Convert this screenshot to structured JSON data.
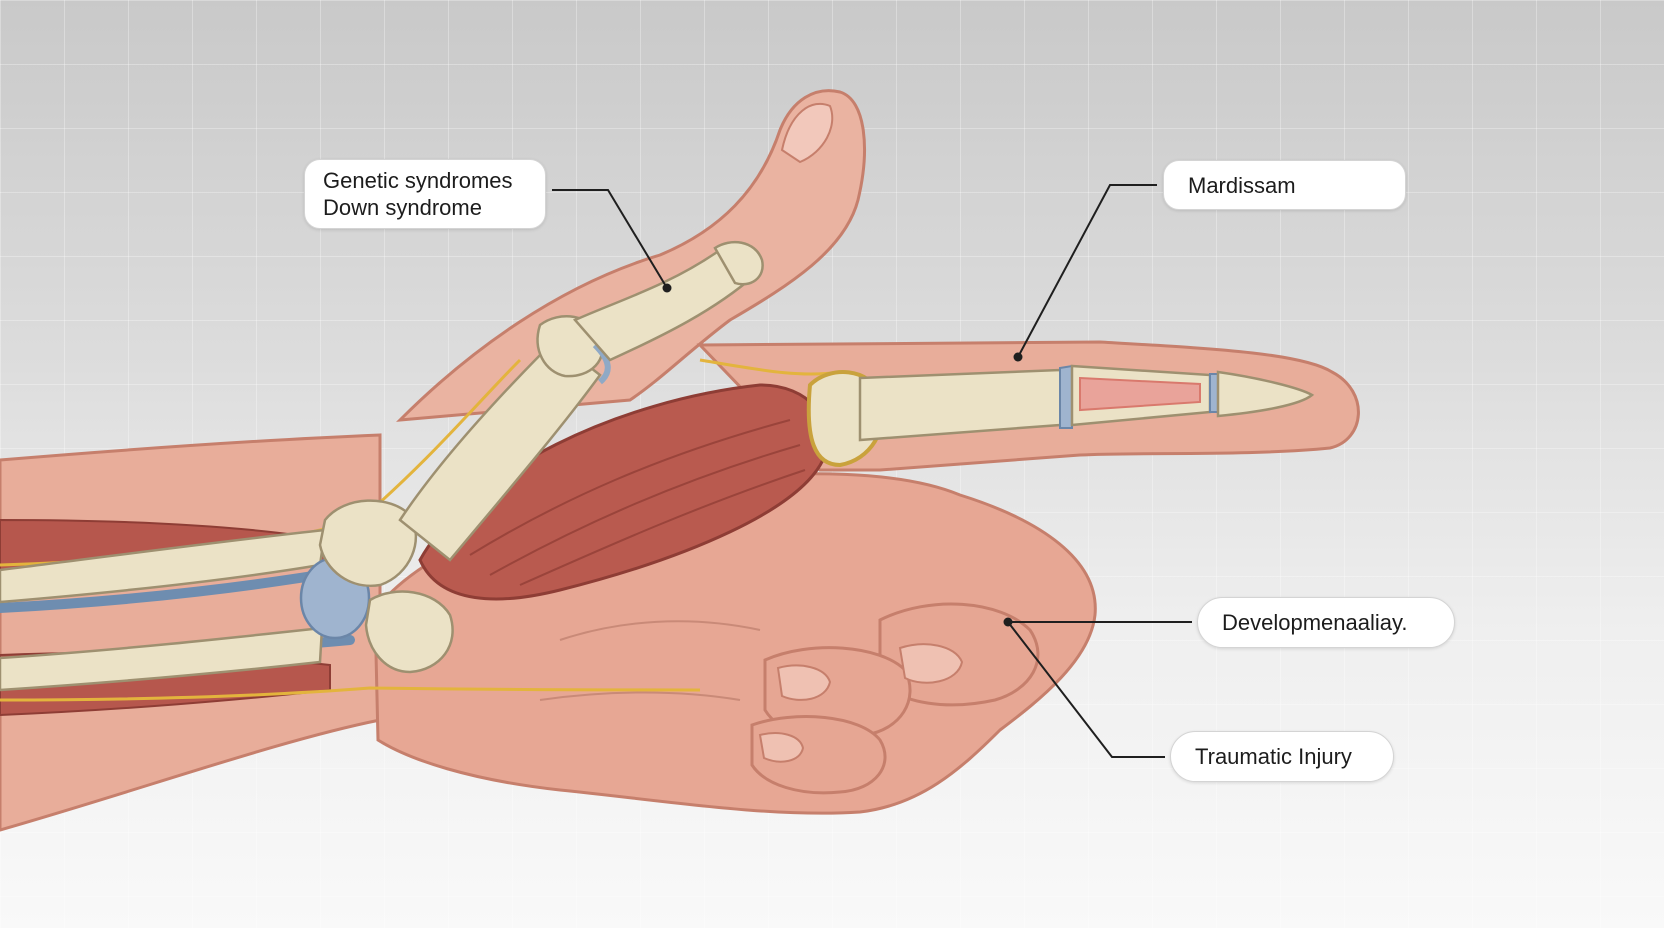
{
  "labels": {
    "genetic_line1": "Genetic syndromes",
    "genetic_line2": "Down syndrome",
    "mardissam": "Mardissam",
    "developmental": "Developmenaaliay.",
    "traumatic": "Traumatic Injury"
  },
  "colors": {
    "skin": "#e9ae9b",
    "skin_outline": "#c67f6c",
    "bone": "#ebe2c6",
    "muscle": "#b6574d",
    "vessel": "#6e8db0",
    "nerve": "#e3b43d",
    "leader_line": "#1f1f1f"
  }
}
